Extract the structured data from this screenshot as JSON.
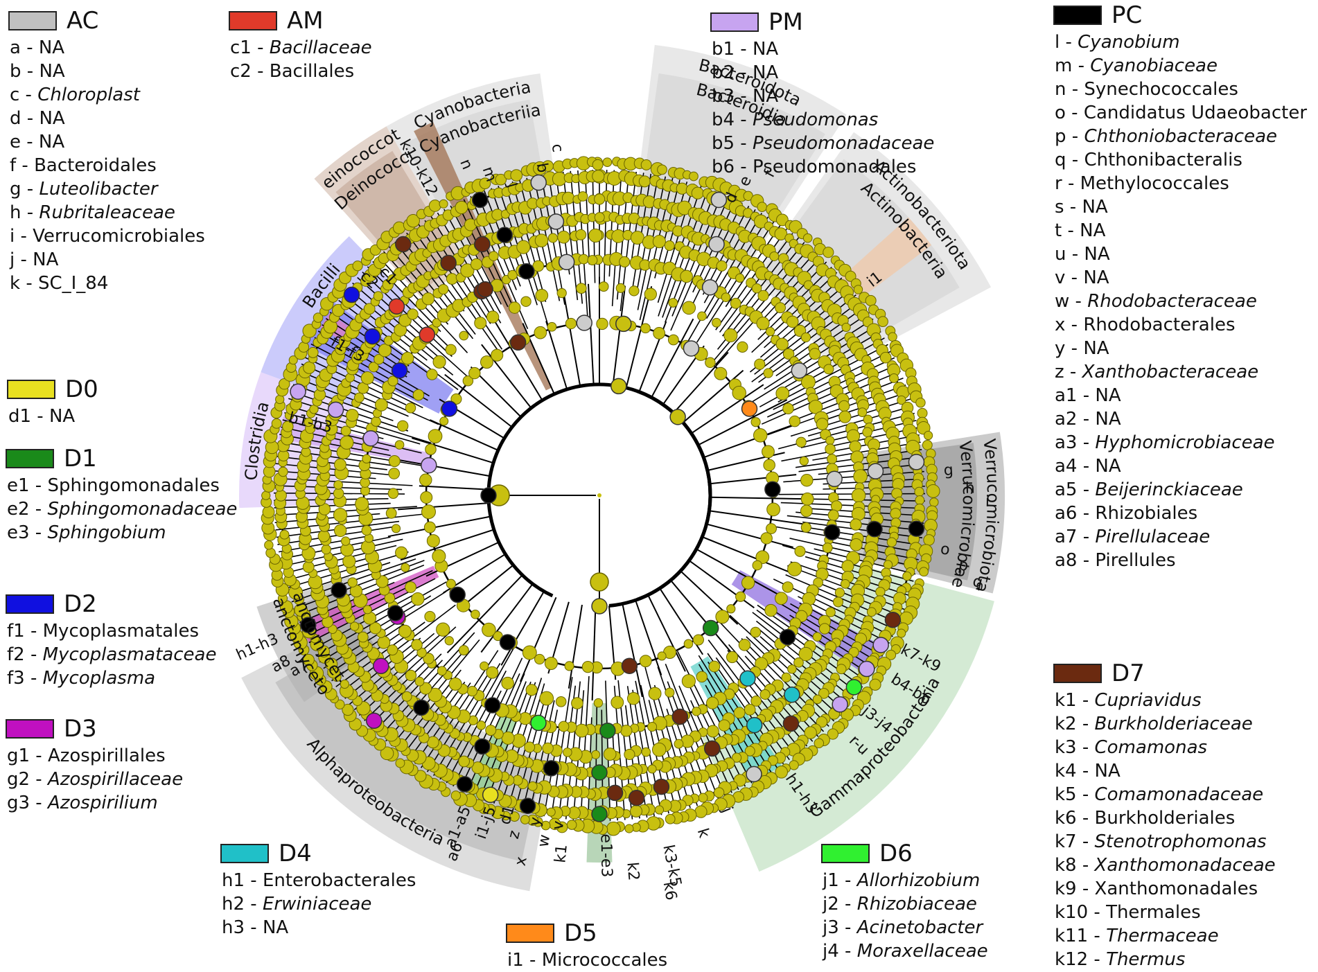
{
  "legends": [
    {
      "label": "AC",
      "color": "#c0c0c0",
      "items": [
        {
          "code": "a",
          "name": "NA",
          "italic": false
        },
        {
          "code": "b",
          "name": "NA",
          "italic": false
        },
        {
          "code": "c",
          "name": "Chloroplast",
          "italic": true
        },
        {
          "code": "d",
          "name": "NA",
          "italic": false
        },
        {
          "code": "e",
          "name": "NA",
          "italic": false
        },
        {
          "code": "f",
          "name": "Bacteroidales",
          "italic": false
        },
        {
          "code": "g",
          "name": "Luteolibacter",
          "italic": true
        },
        {
          "code": "h",
          "name": "Rubritaleaceae",
          "italic": true
        },
        {
          "code": "i",
          "name": "Verrucomicrobiales",
          "italic": false
        },
        {
          "code": "j",
          "name": "NA",
          "italic": false
        },
        {
          "code": "k",
          "name": "SC_I_84",
          "italic": false
        }
      ]
    },
    {
      "label": "AM",
      "color": "#e03a2a",
      "items": [
        {
          "code": "c1",
          "name": "Bacillaceae",
          "italic": true
        },
        {
          "code": "c2",
          "name": "Bacillales",
          "italic": false
        }
      ]
    },
    {
      "label": "PM",
      "color": "#c7a4f0",
      "items": [
        {
          "code": "b1",
          "name": "NA",
          "italic": false
        },
        {
          "code": "b2",
          "name": "NA",
          "italic": false
        },
        {
          "code": "b3",
          "name": "NA",
          "italic": false
        },
        {
          "code": "b4",
          "name": "Pseudomonas",
          "italic": true
        },
        {
          "code": "b5",
          "name": "Pseudomonadaceae",
          "italic": true
        },
        {
          "code": "b6",
          "name": "Pseudomonadales",
          "italic": false
        }
      ]
    },
    {
      "label": "PC",
      "color": "#000000",
      "items": [
        {
          "code": "l",
          "name": "Cyanobium",
          "italic": true
        },
        {
          "code": "m",
          "name": "Cyanobiaceae",
          "italic": true
        },
        {
          "code": "n",
          "name": "Synechococcales",
          "italic": false
        },
        {
          "code": "o",
          "name": "Candidatus Udaeobacter",
          "italic": false
        },
        {
          "code": "p",
          "name": "Chthoniobacteraceae",
          "italic": true
        },
        {
          "code": "q",
          "name": "Chthonibacteralis",
          "italic": false
        },
        {
          "code": "r",
          "name": "Methylococcales",
          "italic": false
        },
        {
          "code": "s",
          "name": "NA",
          "italic": false
        },
        {
          "code": "t",
          "name": "NA",
          "italic": false
        },
        {
          "code": "u",
          "name": "NA",
          "italic": false
        },
        {
          "code": "v",
          "name": "NA",
          "italic": false
        },
        {
          "code": "w",
          "name": "Rhodobacteraceae",
          "italic": true
        },
        {
          "code": "x",
          "name": "Rhodobacterales",
          "italic": false
        },
        {
          "code": "y",
          "name": "NA",
          "italic": false
        },
        {
          "code": "z",
          "name": "Xanthobacteraceae",
          "italic": true
        },
        {
          "code": "a1",
          "name": "NA",
          "italic": false
        },
        {
          "code": "a2",
          "name": "NA",
          "italic": false
        },
        {
          "code": "a3",
          "name": "Hyphomicrobiaceae",
          "italic": true
        },
        {
          "code": "a4",
          "name": "NA",
          "italic": false
        },
        {
          "code": "a5",
          "name": "Beijerinckiaceae",
          "italic": true
        },
        {
          "code": "a6",
          "name": "Rhizobiales",
          "italic": false
        },
        {
          "code": "a7",
          "name": "Pirellulaceae",
          "italic": true
        },
        {
          "code": "a8",
          "name": "Pirellules",
          "italic": false
        }
      ]
    },
    {
      "label": "D0",
      "color": "#e8e020",
      "items": [
        {
          "code": "d1",
          "name": "NA",
          "italic": false
        }
      ]
    },
    {
      "label": "D1",
      "color": "#1a8a1a",
      "items": [
        {
          "code": "e1",
          "name": "Sphingomonadales",
          "italic": false
        },
        {
          "code": "e2",
          "name": "Sphingomonadaceae",
          "italic": true
        },
        {
          "code": "e3",
          "name": "Sphingobium",
          "italic": true
        }
      ]
    },
    {
      "label": "D2",
      "color": "#1010e0",
      "items": [
        {
          "code": "f1",
          "name": "Mycoplasmatales",
          "italic": false
        },
        {
          "code": "f2",
          "name": "Mycoplasmataceae",
          "italic": true
        },
        {
          "code": "f3",
          "name": "Mycoplasma",
          "italic": true
        }
      ]
    },
    {
      "label": "D3",
      "color": "#c010c0",
      "items": [
        {
          "code": "g1",
          "name": "Azospirillales",
          "italic": false
        },
        {
          "code": "g2",
          "name": "Azospirillaceae",
          "italic": true
        },
        {
          "code": "g3",
          "name": "Azospirilium",
          "italic": true
        }
      ]
    },
    {
      "label": "D4",
      "color": "#20c0c8",
      "items": [
        {
          "code": "h1",
          "name": "Enterobacterales",
          "italic": false
        },
        {
          "code": "h2",
          "name": "Erwiniaceae",
          "italic": true
        },
        {
          "code": "h3",
          "name": "NA",
          "italic": false
        }
      ]
    },
    {
      "label": "D5",
      "color": "#ff8a1a",
      "items": [
        {
          "code": "i1",
          "name": "Micrococcales",
          "italic": false
        }
      ]
    },
    {
      "label": "D6",
      "color": "#30f030",
      "items": [
        {
          "code": "j1",
          "name": "Allorhizobium",
          "italic": true
        },
        {
          "code": "j2",
          "name": "Rhizobiaceae",
          "italic": true
        },
        {
          "code": "j3",
          "name": "Acinetobacter",
          "italic": true
        },
        {
          "code": "j4",
          "name": "Moraxellaceae",
          "italic": true
        }
      ]
    },
    {
      "label": "D7",
      "color": "#6b2a10",
      "items": [
        {
          "code": "k1",
          "name": "Cupriavidus",
          "italic": true
        },
        {
          "code": "k2",
          "name": "Burkholderiaceae",
          "italic": true
        },
        {
          "code": "k3",
          "name": "Comamonas",
          "italic": true
        },
        {
          "code": "k4",
          "name": "NA",
          "italic": false
        },
        {
          "code": "k5",
          "name": "Comamonadaceae",
          "italic": true
        },
        {
          "code": "k6",
          "name": "Burkholderiales",
          "italic": false
        },
        {
          "code": "k7",
          "name": "Stenotrophomonas",
          "italic": true
        },
        {
          "code": "k8",
          "name": "Xanthomonadaceae",
          "italic": true
        },
        {
          "code": "k9",
          "name": "Xanthomonadales",
          "italic": false
        },
        {
          "code": "k10",
          "name": "Thermales",
          "italic": false
        },
        {
          "code": "k11",
          "name": "Thermaceae",
          "italic": true
        },
        {
          "code": "k12",
          "name": "Thermus",
          "italic": true
        }
      ]
    }
  ],
  "sectors": [
    {
      "name": "Bacteroidota",
      "class": "Bacteroidia",
      "color": "#d9d9d9"
    },
    {
      "name": "Actinobacteriota",
      "class": "Actinobacteria",
      "color": "#d9d9d9"
    },
    {
      "name": "Verrucomicrobiota",
      "class": "Verrucomicrobiae",
      "color": "#a8a8a8"
    },
    {
      "name": "Gammaproteobacteria",
      "class": "",
      "color": "#b8dcb8"
    },
    {
      "name": "Alphaproteobacteria",
      "class": "",
      "color": "#c8c8c8"
    },
    {
      "name": "Planctomycetota",
      "class": "Planctomycetes",
      "color": "#b0b0b0"
    },
    {
      "name": "Bacilli",
      "class": "",
      "color": "#a8a8f8"
    },
    {
      "name": "Clostridia",
      "class": "",
      "color": "#d8c0f8"
    },
    {
      "name": "Cyanobacteria",
      "class": "Cyanobacteriia",
      "color": "#d9d9d9"
    },
    {
      "name": "Deinococcota",
      "class": "Deinococci",
      "color": "#d0b8a8"
    }
  ],
  "clade_labels": [
    "c",
    "b",
    "n",
    "m",
    "l",
    "k10-k12",
    "c2",
    "c1",
    "f1-f3",
    "b1-b3",
    "f",
    "e",
    "d",
    "i1",
    "g",
    "h",
    "i",
    "o",
    "p",
    "q",
    "k7-k9",
    "b4-b6",
    "j3-j4",
    "r-u",
    "h1-h3",
    "j",
    "k",
    "k1",
    "k2",
    "k3-k5",
    "k6",
    "e1-e3",
    "a1-a5",
    "i1-j5",
    "d1",
    "y",
    "z",
    "v",
    "w",
    "x",
    "a6",
    "a7",
    "a8",
    "h1-h3"
  ]
}
